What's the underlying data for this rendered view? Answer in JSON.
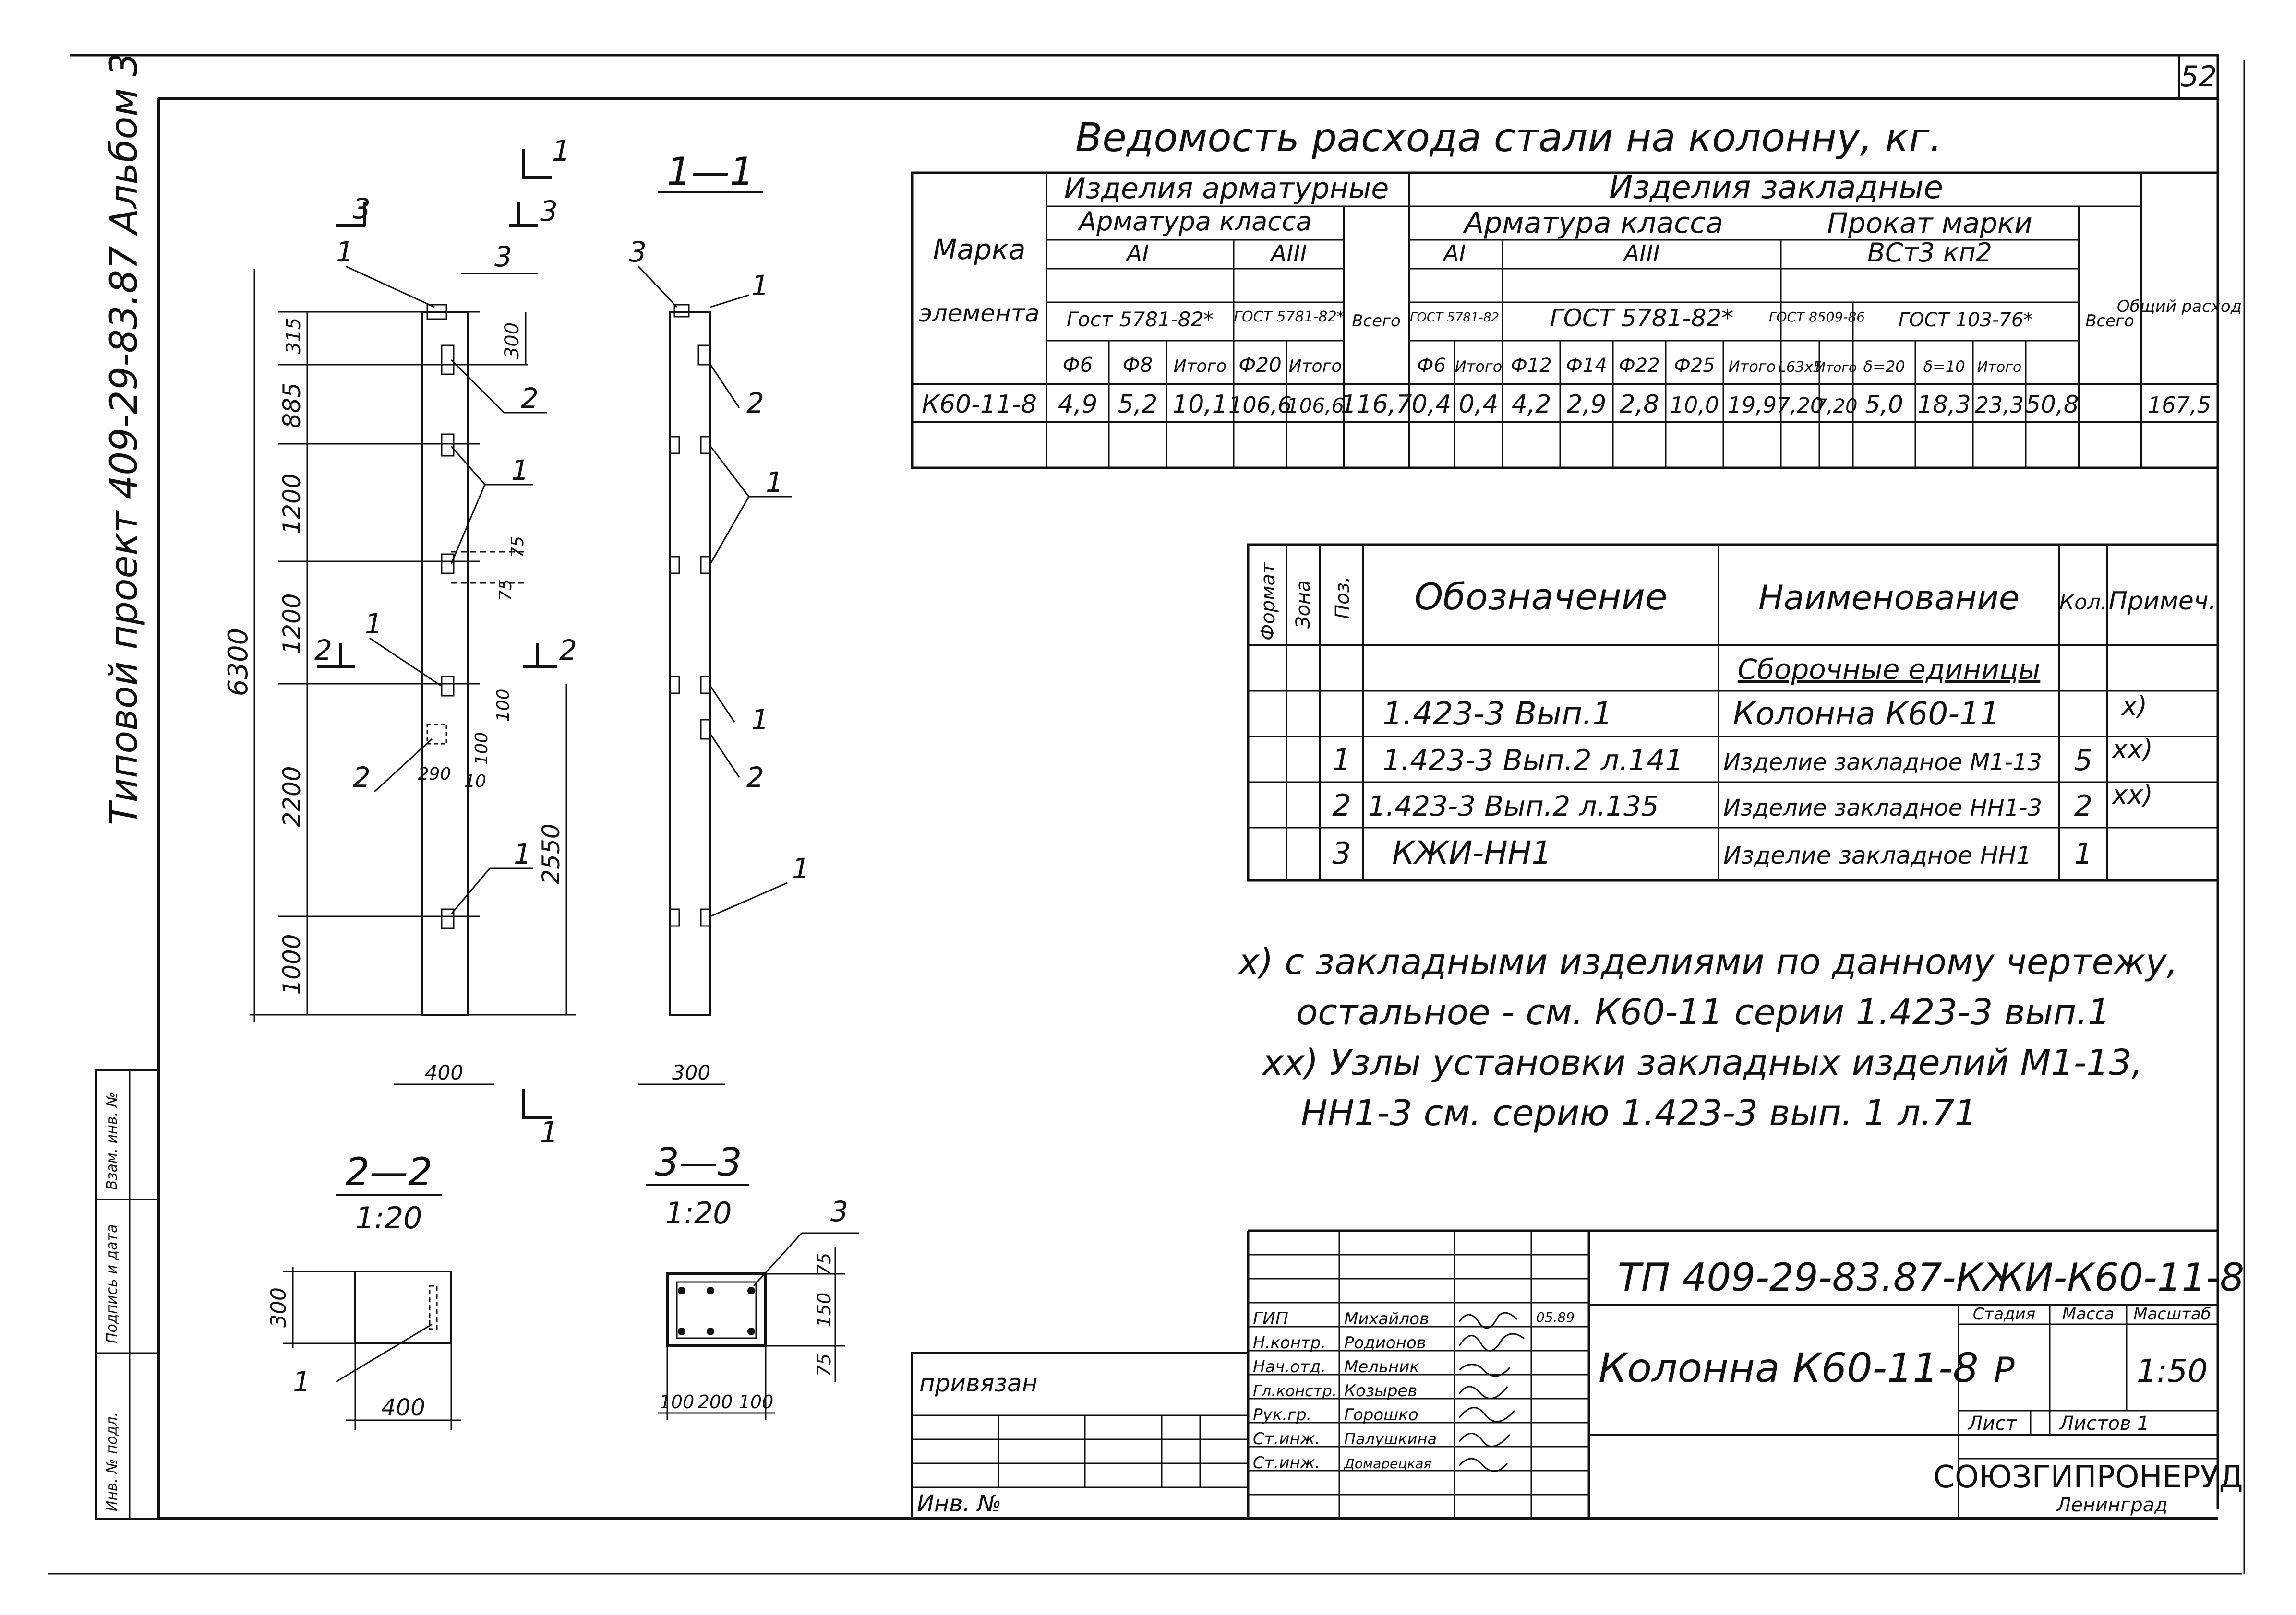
{
  "sheet": {
    "page_number": "52",
    "album_side": "Типовой проект 409-29-83.87 Альбом 3",
    "stamp_side_labels": [
      "Инв. № подл.",
      "Подпись и дата",
      "Взам. инв. №"
    ]
  },
  "drawing": {
    "section_marks": {
      "s1": "1",
      "s2": "2",
      "s3": "3"
    },
    "sec11_title": "1—1",
    "sec22_title": "2—2",
    "sec22_scale": "1:20",
    "sec33_title": "3—3",
    "sec33_scale": "1:20",
    "elev_dims": {
      "total": "6300",
      "d1000": "1000",
      "d2200": "2200",
      "d1200a": "1200",
      "d1200b": "1200",
      "d885": "885",
      "d315": "315",
      "d300": "300",
      "d2550": "2550",
      "d100": "100",
      "d100b": "100",
      "d290": "290",
      "d10": "10",
      "d75a": "75",
      "d75b": "75",
      "width400": "400",
      "width300": "300"
    },
    "sec22_dims": {
      "w": "400",
      "h": "300"
    },
    "sec33_dims": {
      "d100a": "100",
      "d200": "200",
      "d100b": "100",
      "d75a": "75",
      "d150": "150",
      "d75b": "75"
    },
    "pos_labels": {
      "p1": "1",
      "p2": "2",
      "p3": "3"
    }
  },
  "steel_table": {
    "title": "Ведомость расхода стали на колонну, кг.",
    "h_marka": "Марка",
    "h_element": "элемента",
    "h_arm_items": "Изделия арматурные",
    "h_embed_items": "Изделия закладные",
    "h_arm_class": "Арматура класса",
    "h_arm_class2": "Арматура класса",
    "h_rolled": "Прокат марки",
    "h_vst": "ВСт3 кп2",
    "h_AI": "АI",
    "h_AIII": "АIII",
    "h_AI2": "АI",
    "h_AIII2": "АIII",
    "h_gost1": "Гост 5781-82*",
    "h_gost2": "ГОСТ 5781-82*",
    "h_gost3": "ГОСТ 5781-82",
    "h_gost4": "ГОСТ 5781-82*",
    "h_gost5": "ГОСТ 8509-86",
    "h_gost6": "ГОСТ 103-76*",
    "h_vsego": "Всего",
    "h_vsego2": "Всего",
    "h_total": "Общий расход",
    "cols": [
      "Ф6",
      "Ф8",
      "Итого",
      "Ф20",
      "Итого",
      "Ф6",
      "Итого",
      "Ф12",
      "Ф14",
      "Ф22",
      "Ф25",
      "Итого",
      "L63x5",
      "Итого",
      "δ=20",
      "δ=10",
      "Итого"
    ],
    "row_mark": "К60-11-8",
    "row_values": [
      "4,9",
      "5,2",
      "10,1",
      "106,6",
      "106,6",
      "116,7",
      "0,4",
      "0,4",
      "4,2",
      "2,9",
      "2,8",
      "10,0",
      "19,9",
      "7,20",
      "7,20",
      "5,0",
      "18,3",
      "23,3",
      "50,8",
      "167,5"
    ]
  },
  "spec_table": {
    "h_format": "Формат",
    "h_zone": "Зона",
    "h_pos": "Поз.",
    "h_designation": "Обозначение",
    "h_name": "Наименование",
    "h_qty": "Кол.",
    "h_note": "Примеч.",
    "section_title": "Сборочные единицы",
    "rows": [
      {
        "pos": "",
        "designation": "1.423-3 Вып.1",
        "name": "Колонна К60-11",
        "qty": "",
        "note": "x)"
      },
      {
        "pos": "1",
        "designation": "1.423-3 Вып.2 л.141",
        "name": "Изделие закладное М1-13",
        "qty": "5",
        "note": "xx)"
      },
      {
        "pos": "2",
        "designation": "1.423-3 Вып.2 л.135",
        "name": "Изделие закладное НН1-3",
        "qty": "2",
        "note": "xx)"
      },
      {
        "pos": "3",
        "designation": "КЖИ-НН1",
        "name": "Изделие закладное НН1",
        "qty": "1",
        "note": ""
      }
    ]
  },
  "notes": {
    "n1a": "x) с закладными изделиями по данному чертежу,",
    "n1b": "остальное - см. К60-11 серии 1.423-3 вып.1",
    "n2a": "xx) Узлы установки закладных изделий М1-13,",
    "n2b": "НН1-3 см. серию 1.423-3 вып. 1 л.71"
  },
  "title_block": {
    "code": "ТП 409-29-83.87-КЖИ-К60-11-8",
    "name": "Колонна К60-11-8",
    "privyazan": "привязан",
    "inv_no": "Инв. №",
    "h_stage": "Стадия",
    "h_mass": "Масса",
    "h_scale": "Масштаб",
    "stage": "Р",
    "scale": "1:50",
    "h_sheet": "Лист",
    "h_sheets": "Листов 1",
    "org": "СОЮЗГИПРОНЕРУД",
    "city": "Ленинград",
    "date": "05.89",
    "signers": [
      {
        "role": "ГИП",
        "name": "Михайлов"
      },
      {
        "role": "Н.контр.",
        "name": "Родионов"
      },
      {
        "role": "Нач.отд.",
        "name": "Мельник"
      },
      {
        "role": "Гл.констр.",
        "name": "Козырев"
      },
      {
        "role": "Рук.гр.",
        "name": "Горошко"
      },
      {
        "role": "Ст.инж.",
        "name": "Палушкина"
      },
      {
        "role": "Ст.инж.",
        "name": "Домарецкая"
      }
    ]
  }
}
